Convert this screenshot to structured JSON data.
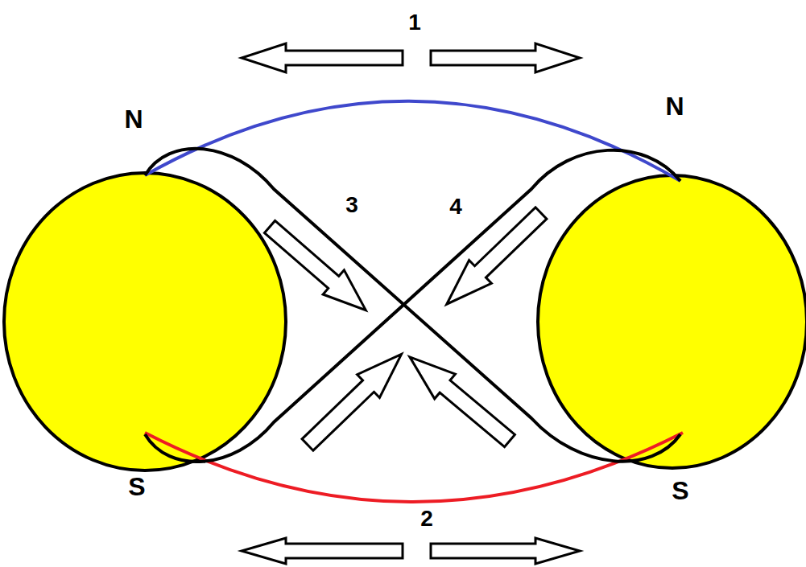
{
  "diagram": {
    "labels": [
      "1",
      "N",
      "N",
      "3",
      "4",
      "S",
      "S",
      "2"
    ]
  }
}
